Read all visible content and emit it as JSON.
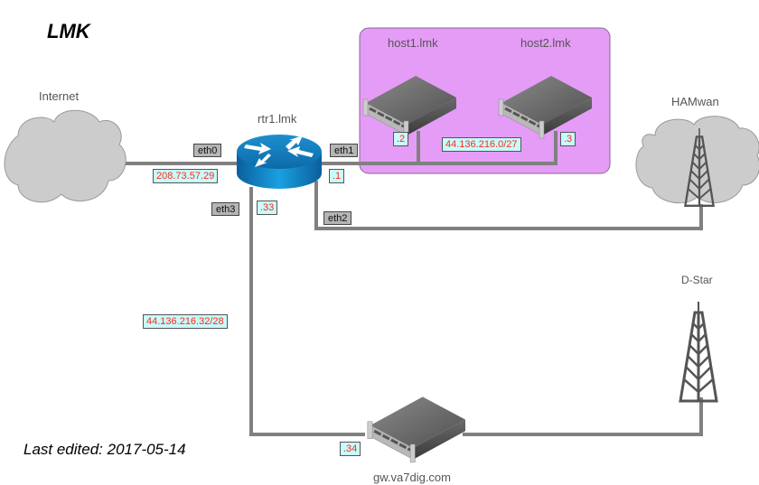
{
  "title": "LMK",
  "footer": "Last edited: 2017-05-14",
  "colors": {
    "link": "#808080",
    "group_fill": "#e49cf6",
    "group_stroke": "#8a6a90",
    "router": "#1a8ac8",
    "cloud": "#cccccc",
    "iface_bg": "#b5b5b5",
    "addr_bg": "#c8fbfb",
    "addr_text": "#ff2a1a"
  },
  "nodes": {
    "internet": {
      "label": "Internet",
      "icon": "cloud-icon"
    },
    "router": {
      "label": "rtr1.lmk",
      "icon": "router-icon"
    },
    "host1": {
      "label": "host1.lmk",
      "icon": "server-icon"
    },
    "host2": {
      "label": "host2.lmk",
      "icon": "server-icon"
    },
    "hamwan": {
      "label": "HAMwan",
      "icon": "cloud-tower-icon"
    },
    "dstar": {
      "label": "D-Star",
      "icon": "radio-tower-icon"
    },
    "gateway": {
      "label": "gw.va7dig.com",
      "icon": "server-icon"
    }
  },
  "interfaces": {
    "eth0": "eth0",
    "eth1": "eth1",
    "eth2": "eth2",
    "eth3": "eth3"
  },
  "addresses": {
    "eth0_ip": "208.73.57.29",
    "eth1_ip": ".1",
    "eth3_ip": ".33",
    "host1_ip": ".2",
    "host2_ip": ".3",
    "lan_subnet": "44.136.216.0/27",
    "dstar_subnet": "44.136.216.32/28",
    "gateway_ip": ".34"
  }
}
